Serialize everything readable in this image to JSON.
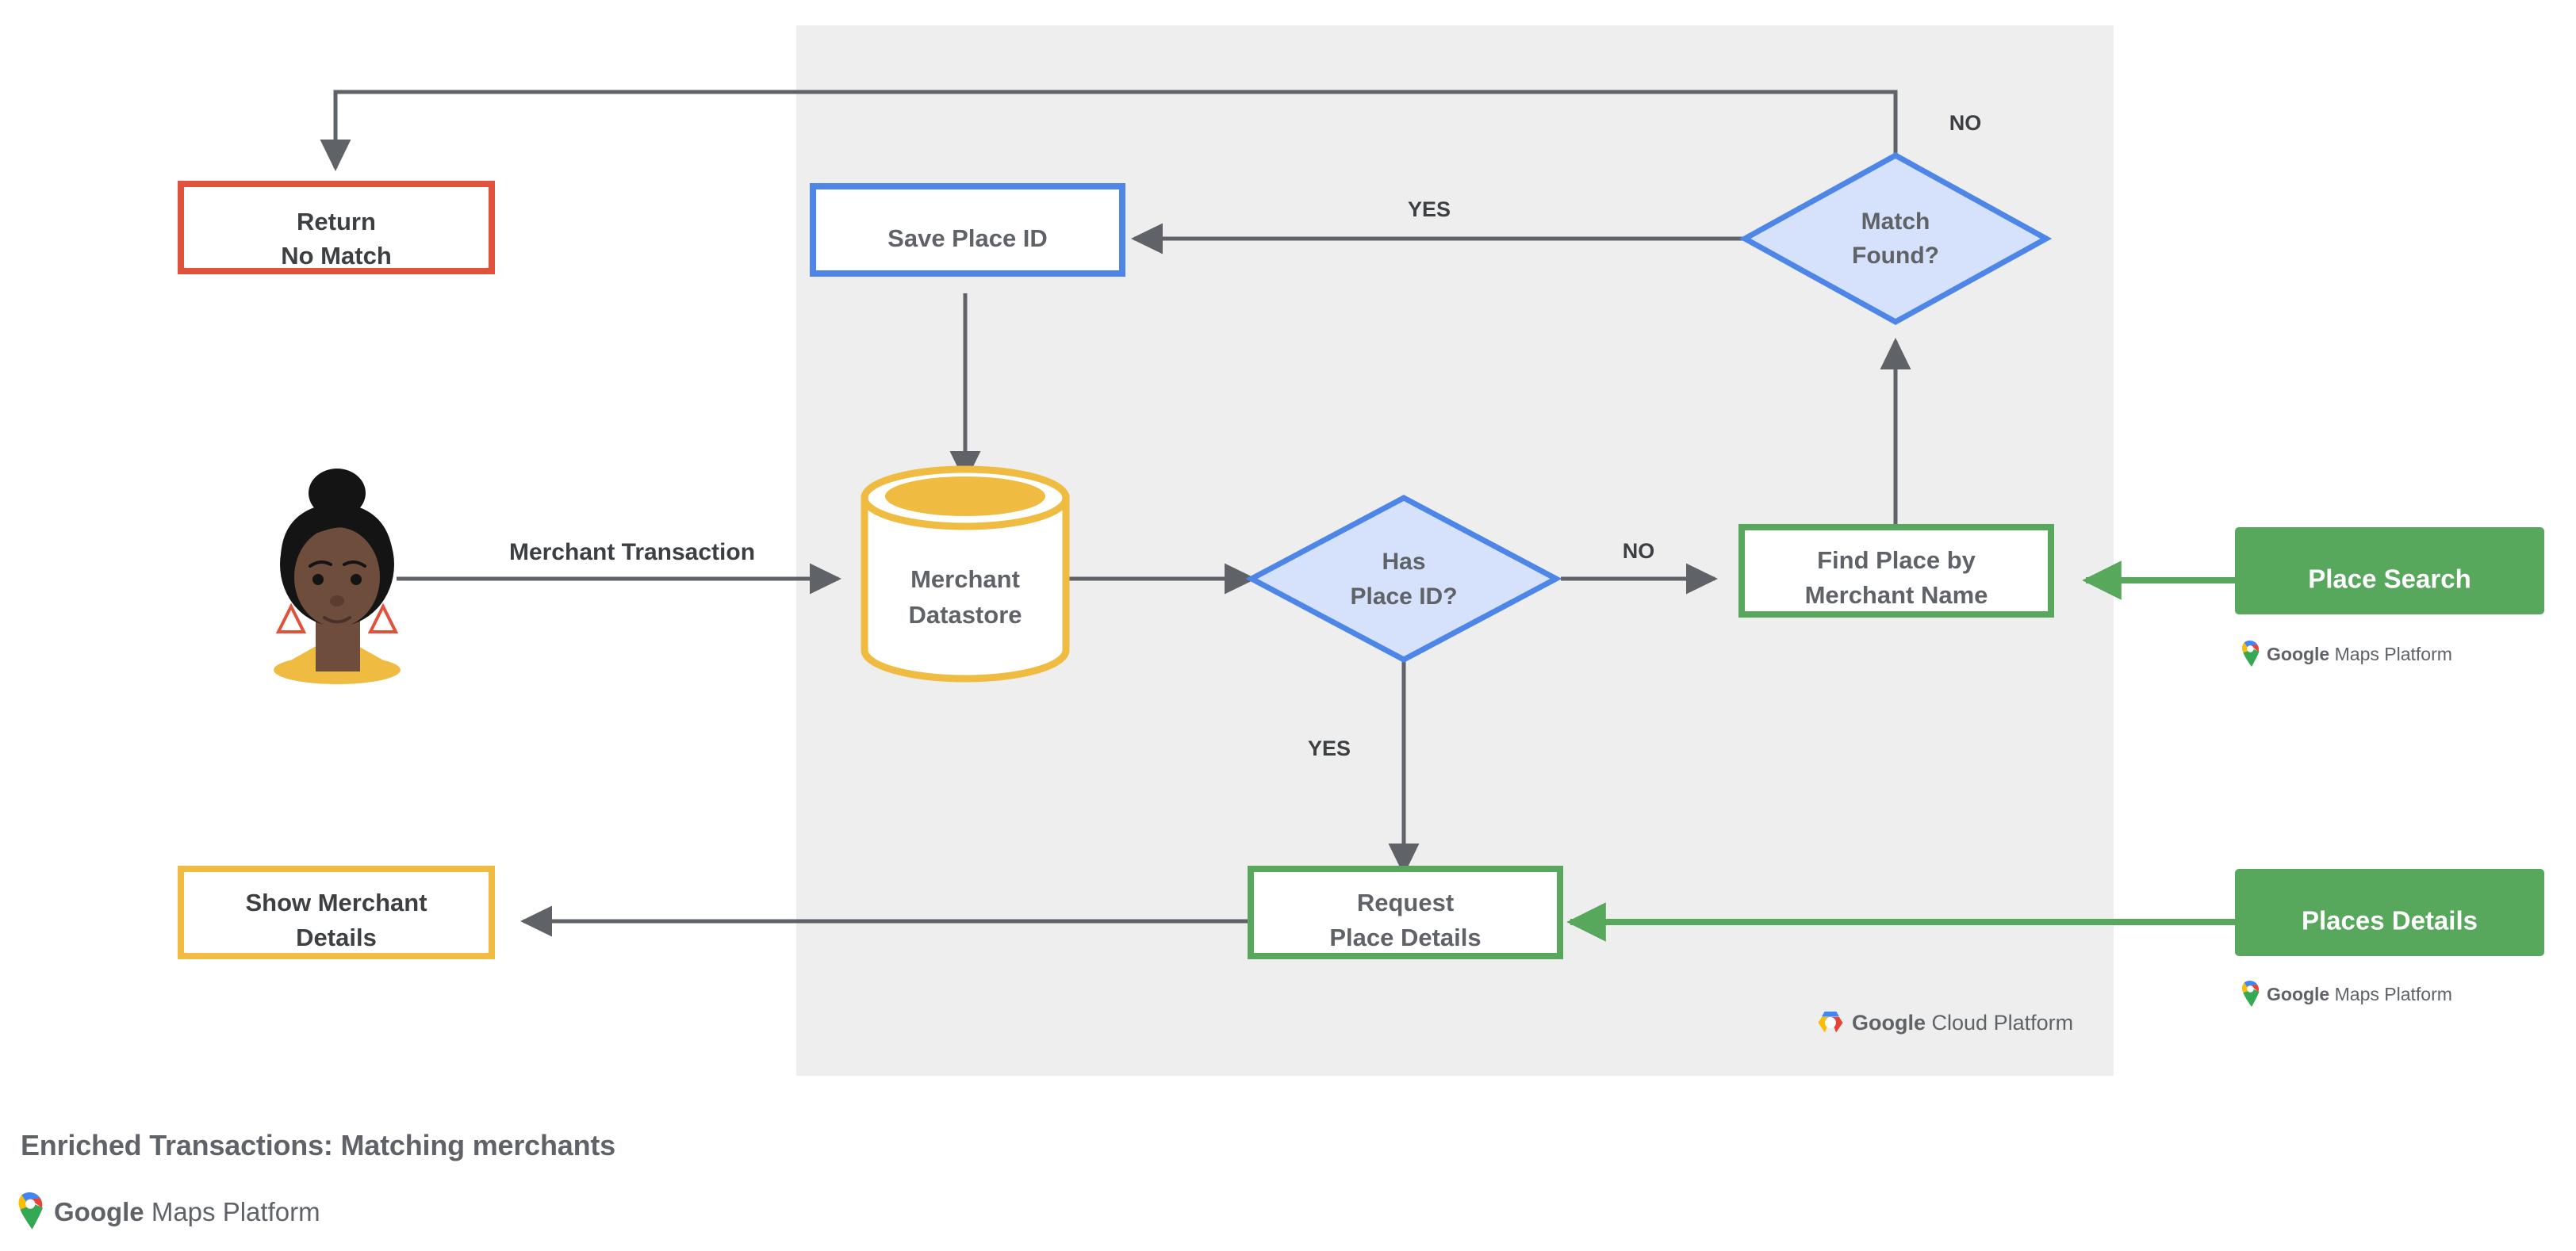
{
  "caption": {
    "title": "Enriched Transactions: Matching merchants",
    "logo": {
      "brand": "Google",
      "product": "Maps Platform",
      "icon": "google-maps-pin-icon"
    }
  },
  "panel": {
    "name": "google-cloud-platform-region",
    "background_color": "#eeeeee",
    "footer_logo": {
      "brand": "Google",
      "product": "Cloud Platform",
      "icon": "google-cloud-hexagon-icon"
    }
  },
  "colors": {
    "red": "#e0523c",
    "blue": "#4e86e8",
    "blue_fill": "#d6e2fb",
    "yellow": "#efbb41",
    "green": "#57a75c",
    "green_fill": "#57a75c",
    "line": "#5f6368",
    "text": "#5f6368",
    "panel_bg": "#eeeeee"
  },
  "actor": {
    "name": "merchant-customer-avatar",
    "skin": "#6f4d3d",
    "hair": "#141414",
    "shirt": "#efbb41",
    "earring": "#e0523c"
  },
  "nodes": [
    {
      "id": "return-no-match",
      "label_lines": [
        "Return",
        "No Match"
      ],
      "shape": "rect",
      "style": "outline-red"
    },
    {
      "id": "save-place-id",
      "label_lines": [
        "Save Place ID"
      ],
      "shape": "rect",
      "style": "outline-blue"
    },
    {
      "id": "match-found",
      "label_lines": [
        "Match",
        "Found?"
      ],
      "shape": "diamond",
      "style": "fill-blue"
    },
    {
      "id": "merchant-datastore",
      "label_lines": [
        "Merchant",
        "Datastore"
      ],
      "shape": "cylinder",
      "style": "outline-yellow"
    },
    {
      "id": "has-place-id",
      "label_lines": [
        "Has",
        "Place ID?"
      ],
      "shape": "diamond",
      "style": "fill-blue"
    },
    {
      "id": "find-place-by-merchant-name",
      "label_lines": [
        "Find Place by",
        "Merchant Name"
      ],
      "shape": "rect",
      "style": "outline-green"
    },
    {
      "id": "place-search",
      "label_lines": [
        "Place Search"
      ],
      "shape": "rect",
      "style": "solid-green"
    },
    {
      "id": "request-place-details",
      "label_lines": [
        "Request",
        "Place Details"
      ],
      "shape": "rect",
      "style": "outline-green"
    },
    {
      "id": "places-details",
      "label_lines": [
        "Places Details"
      ],
      "shape": "rect",
      "style": "solid-green"
    },
    {
      "id": "show-merchant-details",
      "label_lines": [
        "Show Merchant",
        "Details"
      ],
      "shape": "rect",
      "style": "outline-yellow"
    }
  ],
  "labels": {
    "return_line1": "Return",
    "return_line2": "No Match",
    "save_place_id": "Save Place ID",
    "match_found_line1": "Match",
    "match_found_line2": "Found?",
    "datastore_line1": "Merchant",
    "datastore_line2": "Datastore",
    "has_place_id_line1": "Has",
    "has_place_id_line2": "Place ID?",
    "find_place_line1": "Find Place by",
    "find_place_line2": "Merchant Name",
    "place_search": "Place Search",
    "request_details_line1": "Request",
    "request_details_line2": "Place Details",
    "places_details": "Places Details",
    "show_merchant_line1": "Show Merchant",
    "show_merchant_line2": "Details"
  },
  "edge_labels": {
    "merchant_transaction": "Merchant Transaction",
    "match_found_no": "NO",
    "match_found_yes": "YES",
    "has_place_id_no": "NO",
    "has_place_id_yes": "YES"
  }
}
